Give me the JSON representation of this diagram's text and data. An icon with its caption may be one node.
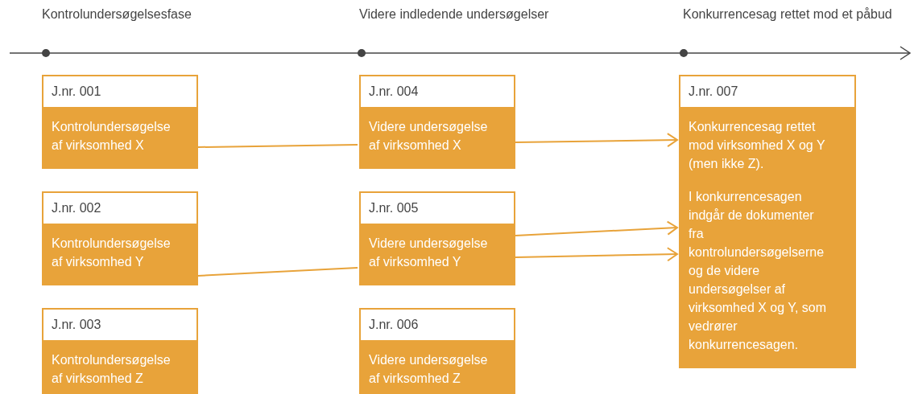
{
  "diagram": {
    "nodes": [
      {
        "text": [
          "J.nr. 001",
          "Kontrolundersøgelse af virksomhed X"
        ]
      },
      {
        "text": [
          "J.nr. 002",
          "Kontrolundersøgelse af virksomhed Y"
        ]
      },
      {
        "text": [
          "J.nr. 003",
          "Kontrolundersøgelse af virksomhed Z"
        ]
      },
      {
        "text": [
          "J.nr. 004",
          "Videre undersøgelse af virksomhed X"
        ]
      },
      {
        "text": [
          "J.nr. 005",
          "Videre undersøgelse af virksomhed Y"
        ]
      },
      {
        "text": [
          "J.nr. 006",
          "Videre undersøgelse af virksomhed Z"
        ]
      },
      {
        "text": [
          "J.nr. 007",
          "Konkurrencesag rettet mod virksomhed X og Y (men ikke Z).",
          "I konkurrencesagen indgår de dokumenter fra kontrolundersøgelserne og de videre undersøgelser af virksomhed X og Y, som vedrører konkurrencesagen."
        ]
      }
    ],
    "edges": [
      {
        "from": 0,
        "to": 3,
        "arrow": "none"
      },
      {
        "from": 3,
        "to": 6,
        "arrow": "to"
      },
      {
        "from": 1,
        "to": 4,
        "arrow": "none"
      },
      {
        "from": 4,
        "to": 6,
        "arrow": "to"
      },
      {
        "from": 4,
        "to": 6,
        "arrow": "to"
      }
    ],
    "labels": [
      "Kontrolundersøgelsesfase",
      "Videre indledende undersøgelser",
      "Konkurrencesag rettet mod et påbud"
    ]
  }
}
